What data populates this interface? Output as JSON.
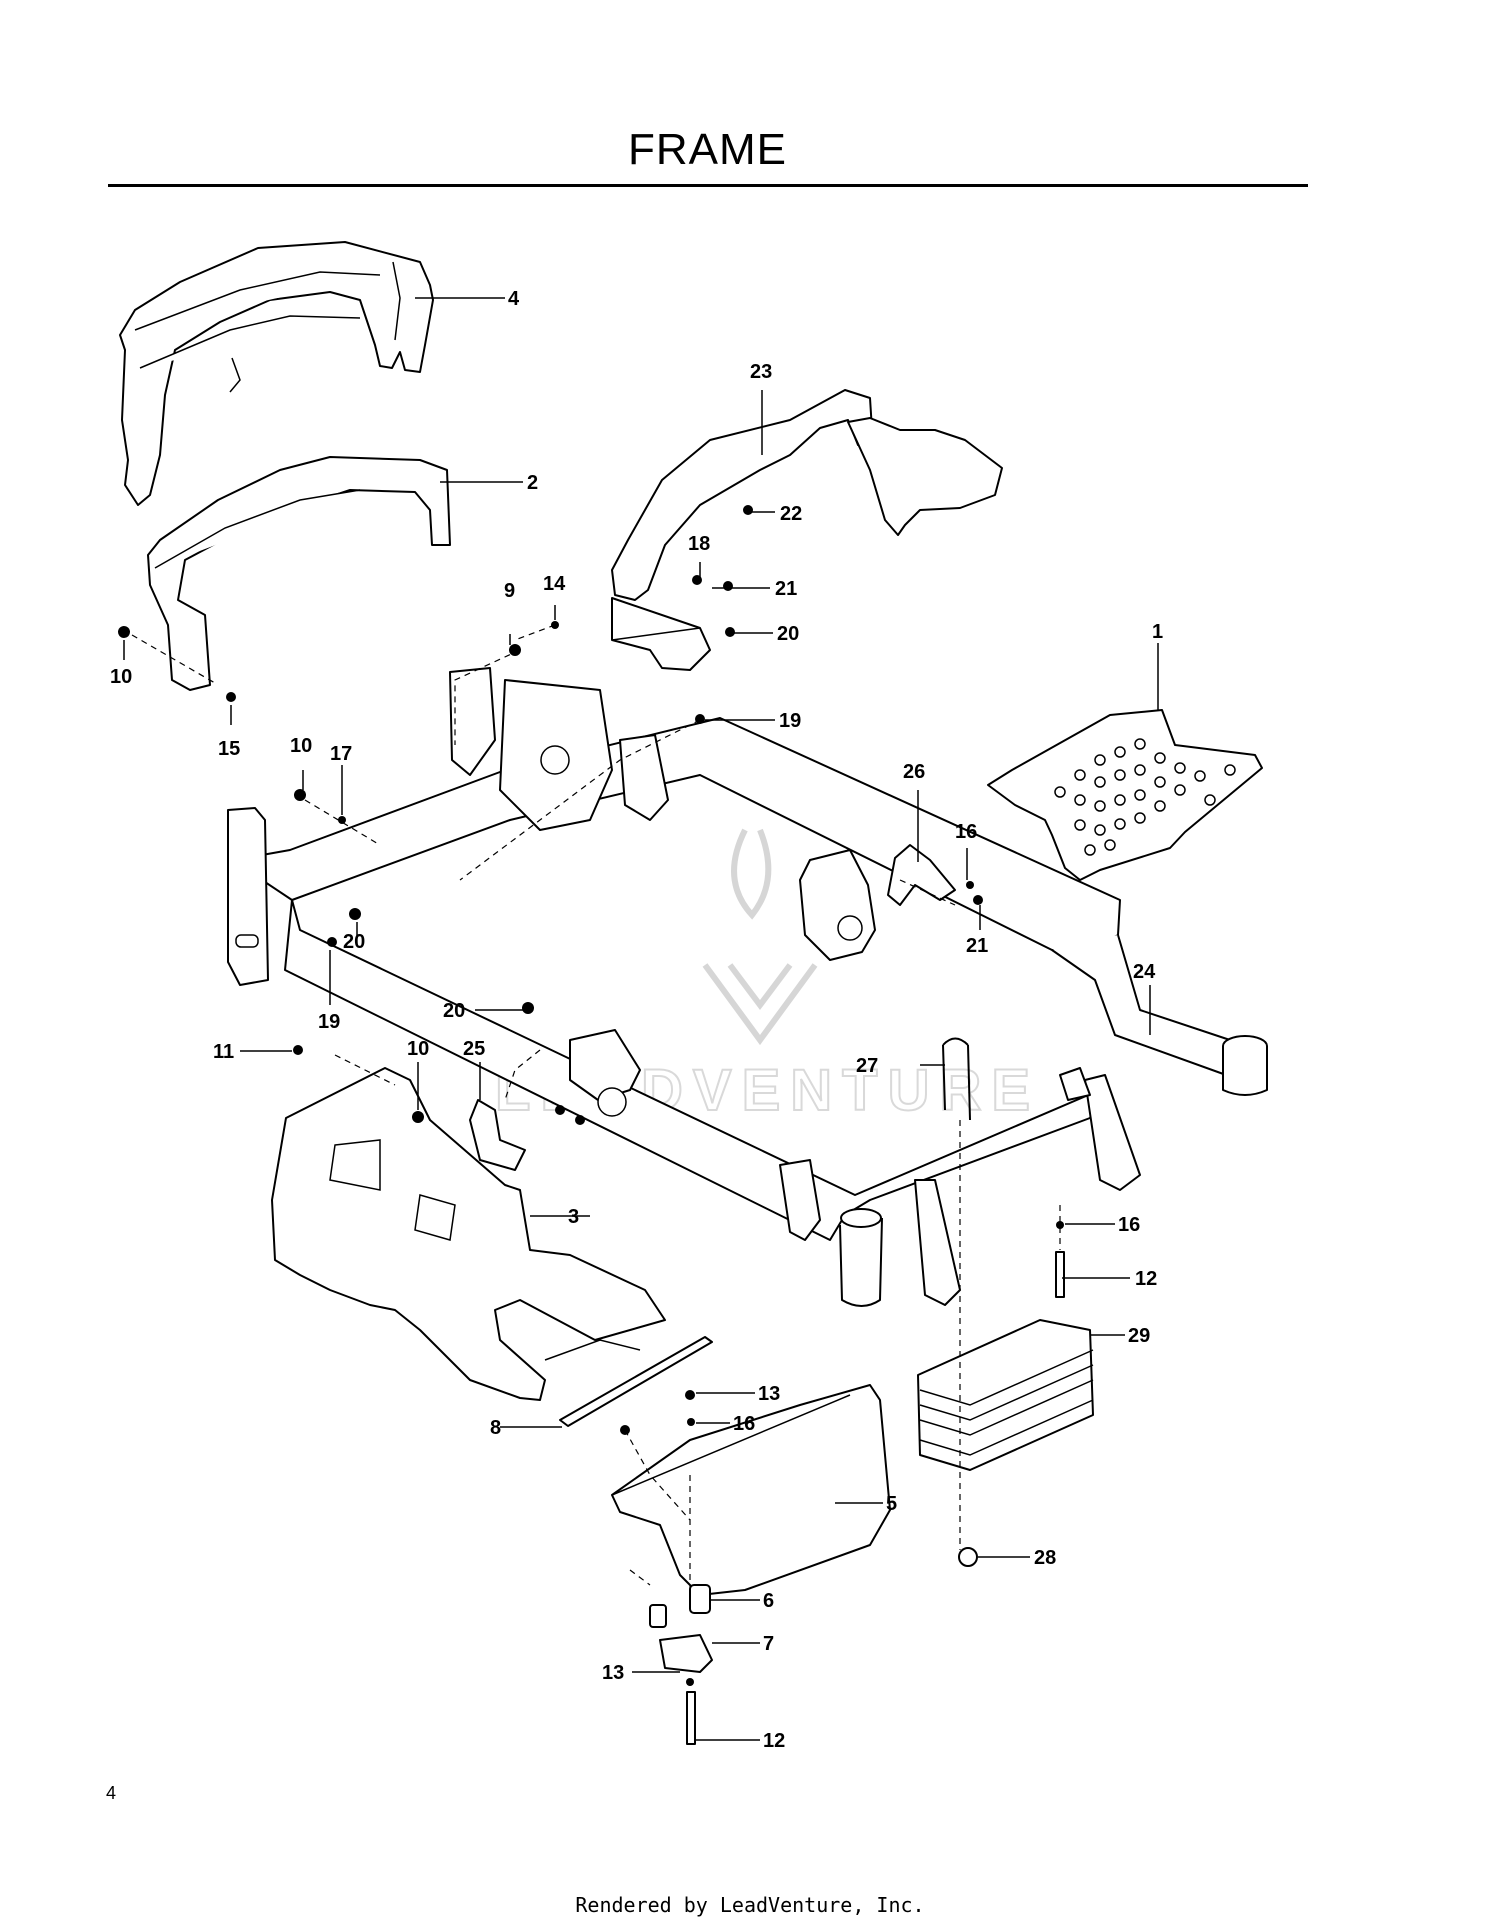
{
  "page": {
    "title": "FRAME",
    "page_number": "4",
    "footer": "Rendered by LeadVenture, Inc."
  },
  "watermark": {
    "text": "LEADVENTURE"
  },
  "callouts": {
    "c1": "1",
    "c2": "2",
    "c3": "3",
    "c4": "4",
    "c5": "5",
    "c6": "6",
    "c7": "7",
    "c8": "8",
    "c9": "9",
    "c10a": "10",
    "c10b": "10",
    "c10c": "10",
    "c11": "11",
    "c12a": "12",
    "c12b": "12",
    "c13a": "13",
    "c13b": "13",
    "c14": "14",
    "c15": "15",
    "c16a": "16",
    "c16b": "16",
    "c16c": "16",
    "c17": "17",
    "c18": "18",
    "c19a": "19",
    "c19b": "19",
    "c20a": "20",
    "c20b": "20",
    "c20c": "20",
    "c21a": "21",
    "c21b": "21",
    "c22": "22",
    "c23": "23",
    "c24": "24",
    "c25": "25",
    "c26": "26",
    "c27": "27",
    "c28": "28",
    "c29": "29"
  }
}
